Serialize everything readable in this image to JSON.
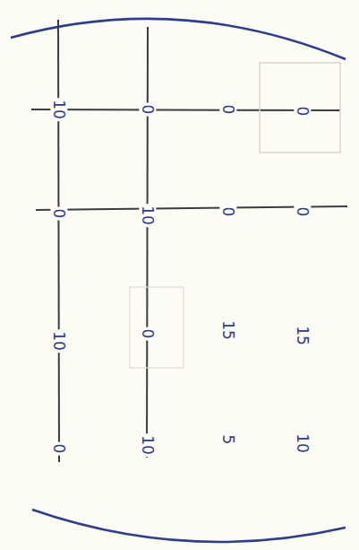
{
  "diagram": {
    "labels": [
      "10",
      "0",
      "0",
      "0",
      "0",
      "10",
      "0",
      "0",
      "10",
      "0",
      "15",
      "15",
      "0",
      "10",
      "5",
      "10"
    ]
  }
}
